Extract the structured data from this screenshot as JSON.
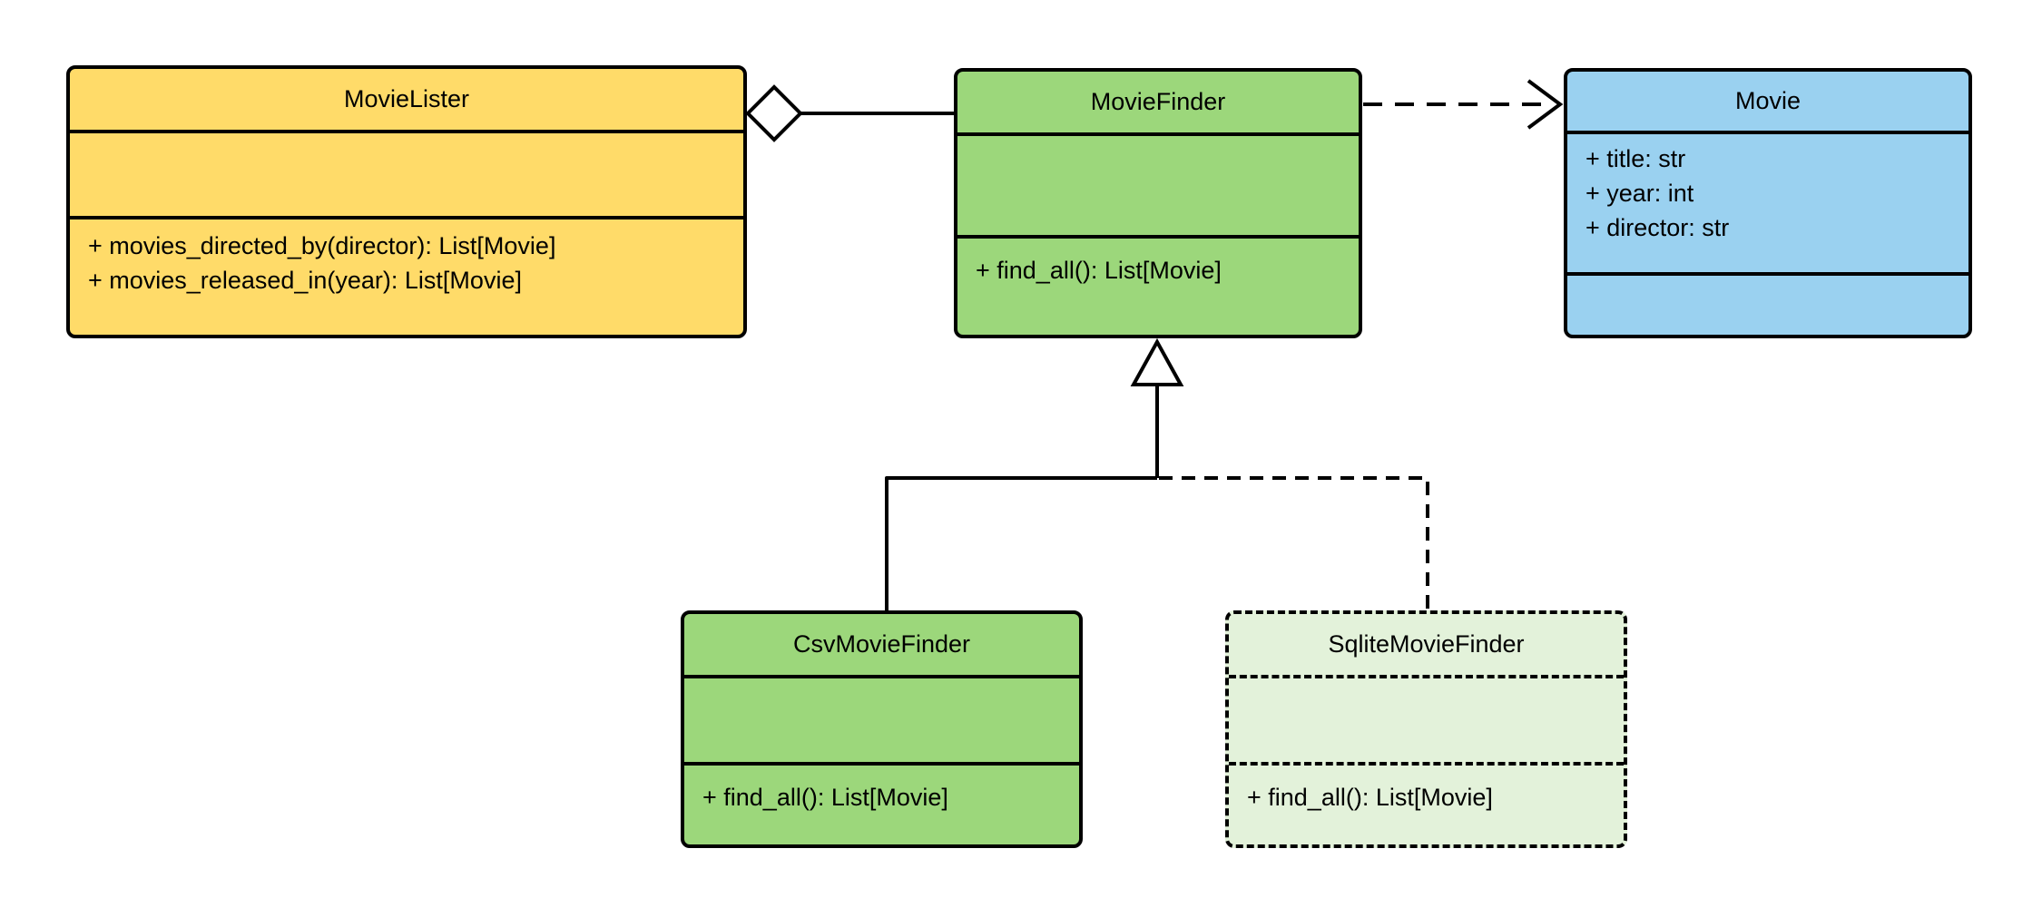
{
  "classes": {
    "movie_lister": {
      "title": "MovieLister",
      "attributes": [],
      "methods": [
        "+ movies_directed_by(director): List[Movie]",
        "+ movies_released_in(year): List[Movie]"
      ],
      "fill": "#FFDB69",
      "border": "#000000",
      "border_style": "solid"
    },
    "movie_finder": {
      "title": "MovieFinder",
      "attributes": [],
      "methods": [
        "+ find_all(): List[Movie]"
      ],
      "fill": "#9CD77B",
      "border": "#000000",
      "border_style": "solid"
    },
    "movie": {
      "title": "Movie",
      "attributes": [
        "+ title: str",
        "+ year: int",
        "+ director: str"
      ],
      "methods": [],
      "fill": "#9AD1F0",
      "border": "#000000",
      "border_style": "solid"
    },
    "csv_movie_finder": {
      "title": "CsvMovieFinder",
      "attributes": [],
      "methods": [
        "+ find_all(): List[Movie]"
      ],
      "fill": "#9CD77B",
      "border": "#000000",
      "border_style": "solid"
    },
    "sqlite_movie_finder": {
      "title": "SqliteMovieFinder",
      "attributes": [],
      "methods": [
        "+ find_all(): List[Movie]"
      ],
      "fill": "#E3F2DA",
      "border": "#000000",
      "border_style": "dashed"
    }
  },
  "relationships": [
    {
      "type": "aggregation",
      "from": "MovieLister",
      "to": "MovieFinder",
      "line": "solid",
      "marker": "hollow-diamond"
    },
    {
      "type": "dependency",
      "from": "MovieFinder",
      "to": "Movie",
      "line": "dashed",
      "marker": "open-arrow"
    },
    {
      "type": "generalization",
      "from": "CsvMovieFinder",
      "to": "MovieFinder",
      "line": "solid",
      "marker": "hollow-triangle"
    },
    {
      "type": "generalization",
      "from": "SqliteMovieFinder",
      "to": "MovieFinder",
      "line": "dashed",
      "marker": "hollow-triangle"
    }
  ]
}
